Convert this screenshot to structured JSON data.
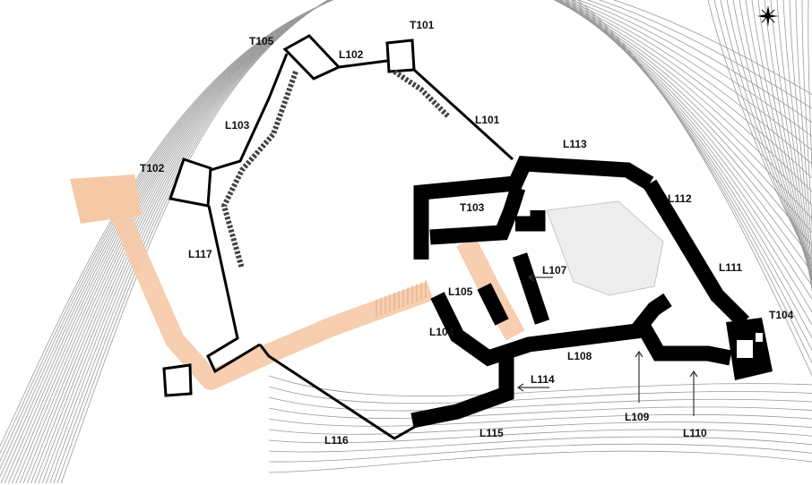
{
  "plan": {
    "north_arrow_icon": "compass-star-icon",
    "colors": {
      "walls": "#000000",
      "path_overlay": "#f6c9a6",
      "contours": "#9a9a9a"
    },
    "labels": {
      "T101": "T101",
      "T102": "T102",
      "T103": "T103",
      "T104": "T104",
      "T105": "T105",
      "L101": "L101",
      "L102": "L102",
      "L103": "L103",
      "L104": "L104",
      "L105": "L105",
      "L107": "L107",
      "L108": "L108",
      "L109": "L109",
      "L110": "L110",
      "L111": "L111",
      "L112": "L112",
      "L113": "L113",
      "L114": "L114",
      "L115": "L115",
      "L116": "L116",
      "L117": "L117"
    }
  }
}
